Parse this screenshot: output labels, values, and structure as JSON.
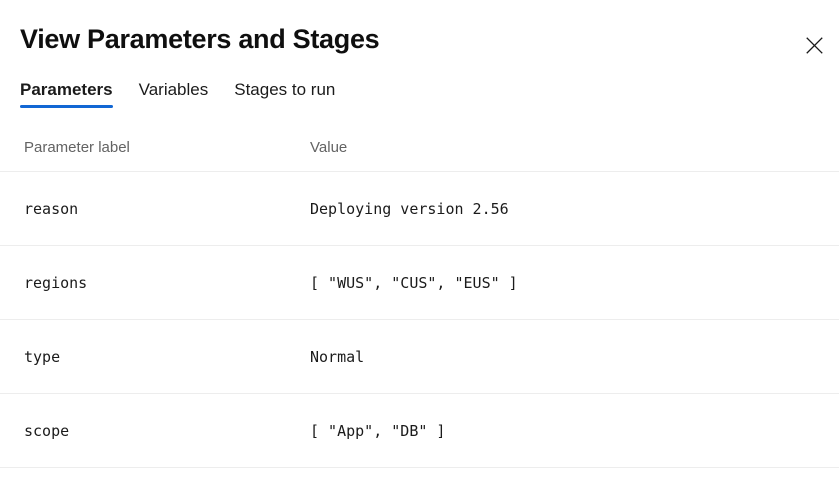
{
  "dialog": {
    "title": "View Parameters and Stages",
    "close_label": "Close",
    "close_icon": "close-icon",
    "accent_color": "#1267d4",
    "divider_color": "#ededed",
    "background_color": "#ffffff",
    "text_color": "#1b1b1b",
    "muted_text_color": "#636363"
  },
  "tabs": [
    {
      "label": "Parameters",
      "active": true
    },
    {
      "label": "Variables",
      "active": false
    },
    {
      "label": "Stages to run",
      "active": false
    }
  ],
  "table": {
    "columns": [
      {
        "key": "label",
        "header": "Parameter label"
      },
      {
        "key": "value",
        "header": "Value"
      }
    ],
    "rows": [
      {
        "label": "reason",
        "value": "Deploying version 2.56"
      },
      {
        "label": "regions",
        "value": "[ \"WUS\", \"CUS\", \"EUS\" ]"
      },
      {
        "label": "type",
        "value": "Normal"
      },
      {
        "label": "scope",
        "value": "[ \"App\", \"DB\" ]"
      }
    ]
  }
}
